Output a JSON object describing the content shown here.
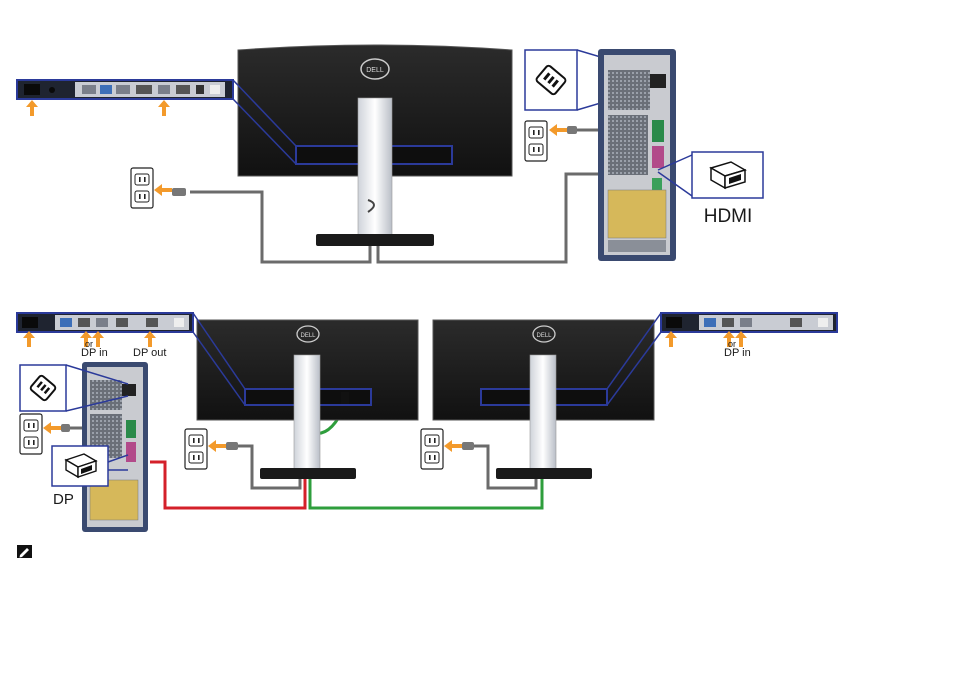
{
  "diagram1": {
    "connector_label": "HDMI"
  },
  "diagram2": {
    "left_panel": {
      "or_label": "or",
      "dp_in_label": "DP in",
      "dp_out_label": "DP out"
    },
    "right_panel": {
      "or_label": "or",
      "dp_in_label": "DP in"
    },
    "connector_label": "DP"
  },
  "colors": {
    "callout_border": "#2b3a9a",
    "arrow": "#f39a2b",
    "cable_gray": "#6b6b6b",
    "cable_red": "#d4202a",
    "cable_green": "#2e9e3c",
    "monitor_body": "#1c1c1c",
    "pc_case": "#3a4a70"
  },
  "icons": [
    "note-pencil-icon",
    "power-outlet-icon",
    "hdmi-connector-icon",
    "dp-connector-icon",
    "power-socket-icon",
    "dell-logo"
  ]
}
